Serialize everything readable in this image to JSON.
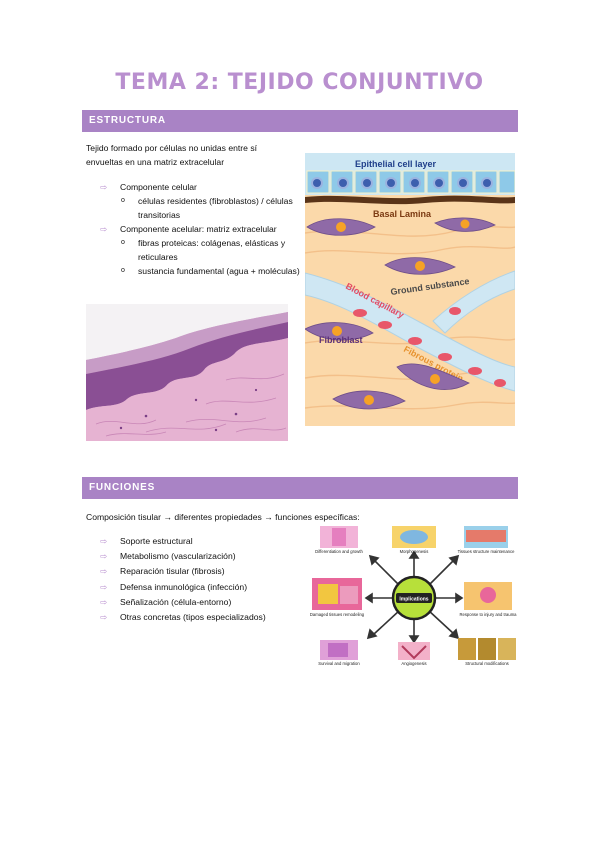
{
  "title": "TEMA 2: TEJIDO CONJUNTIVO",
  "estructura": {
    "header": "ESTRUCTURA",
    "intro": "Tejido formado por células no unidas entre sí envueltas en una matriz extracelular",
    "items": [
      {
        "label": "Componente celular",
        "sub": [
          "células residentes (fibroblastos) / células transitorias"
        ]
      },
      {
        "label": "Componente acelular: matriz extracelular",
        "sub": [
          "fibras proteicas: colágenas, elásticas y reticulares",
          "sustancia fundamental (agua + moléculas)"
        ]
      }
    ],
    "diagram_labels": {
      "epithelial": "Epithelial cell layer",
      "basal": "Basal Lamina",
      "ground": "Ground substance",
      "capillary": "Blood capillary",
      "fibroblast": "Fibroblast",
      "fibrous": "Fibrous protein"
    }
  },
  "funciones": {
    "header": "FUNCIONES",
    "intro": "Composición tisular → diferentes propiedades → funciones específicas:",
    "items": [
      "Soporte estructural",
      "Metabolismo (vascularización)",
      "Reparación tisular (fibrosis)",
      "Defensa inmunológica (infección)",
      "Señalización (célula-entorno)",
      "Otras concretas (tipos especializados)"
    ],
    "diagram": {
      "center": "Implications",
      "captions": {
        "differentiation": "Differentiation and growth",
        "morphogenesis": "Morphogenesis",
        "tissue": "Tissues structure maintenance",
        "damaged": "Damaged tissues remodeling",
        "response": "Response to injury and trauma",
        "survival": "Survival and migration",
        "angiogenesis": "Angiogenesis",
        "structural": "Structural modifications"
      }
    }
  },
  "icons": {
    "arrow": "⇨",
    "bullet": "o"
  },
  "colors": {
    "accent": "#a983c5",
    "title": "#b98fcf"
  }
}
